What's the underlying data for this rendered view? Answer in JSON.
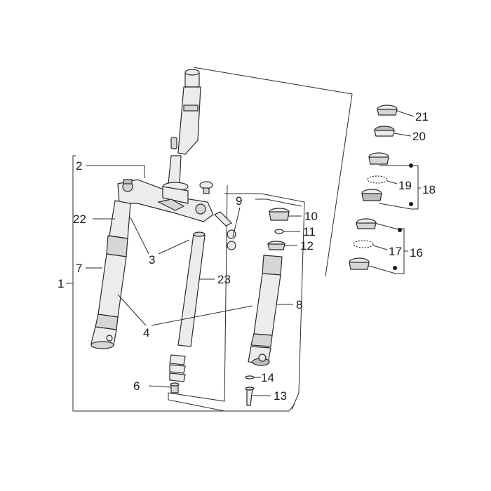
{
  "diagram": {
    "labels": {
      "p1": "1",
      "p2": "2",
      "p3": "3",
      "p4": "4",
      "p6": "6",
      "p7": "7",
      "p8": "8",
      "p9": "9",
      "p10": "10",
      "p11": "11",
      "p12": "12",
      "p13": "13",
      "p14": "14",
      "p16": "16",
      "p17": "17",
      "p18": "18",
      "p19": "19",
      "p20": "20",
      "p21": "21",
      "p22": "22",
      "p23": "23"
    }
  }
}
